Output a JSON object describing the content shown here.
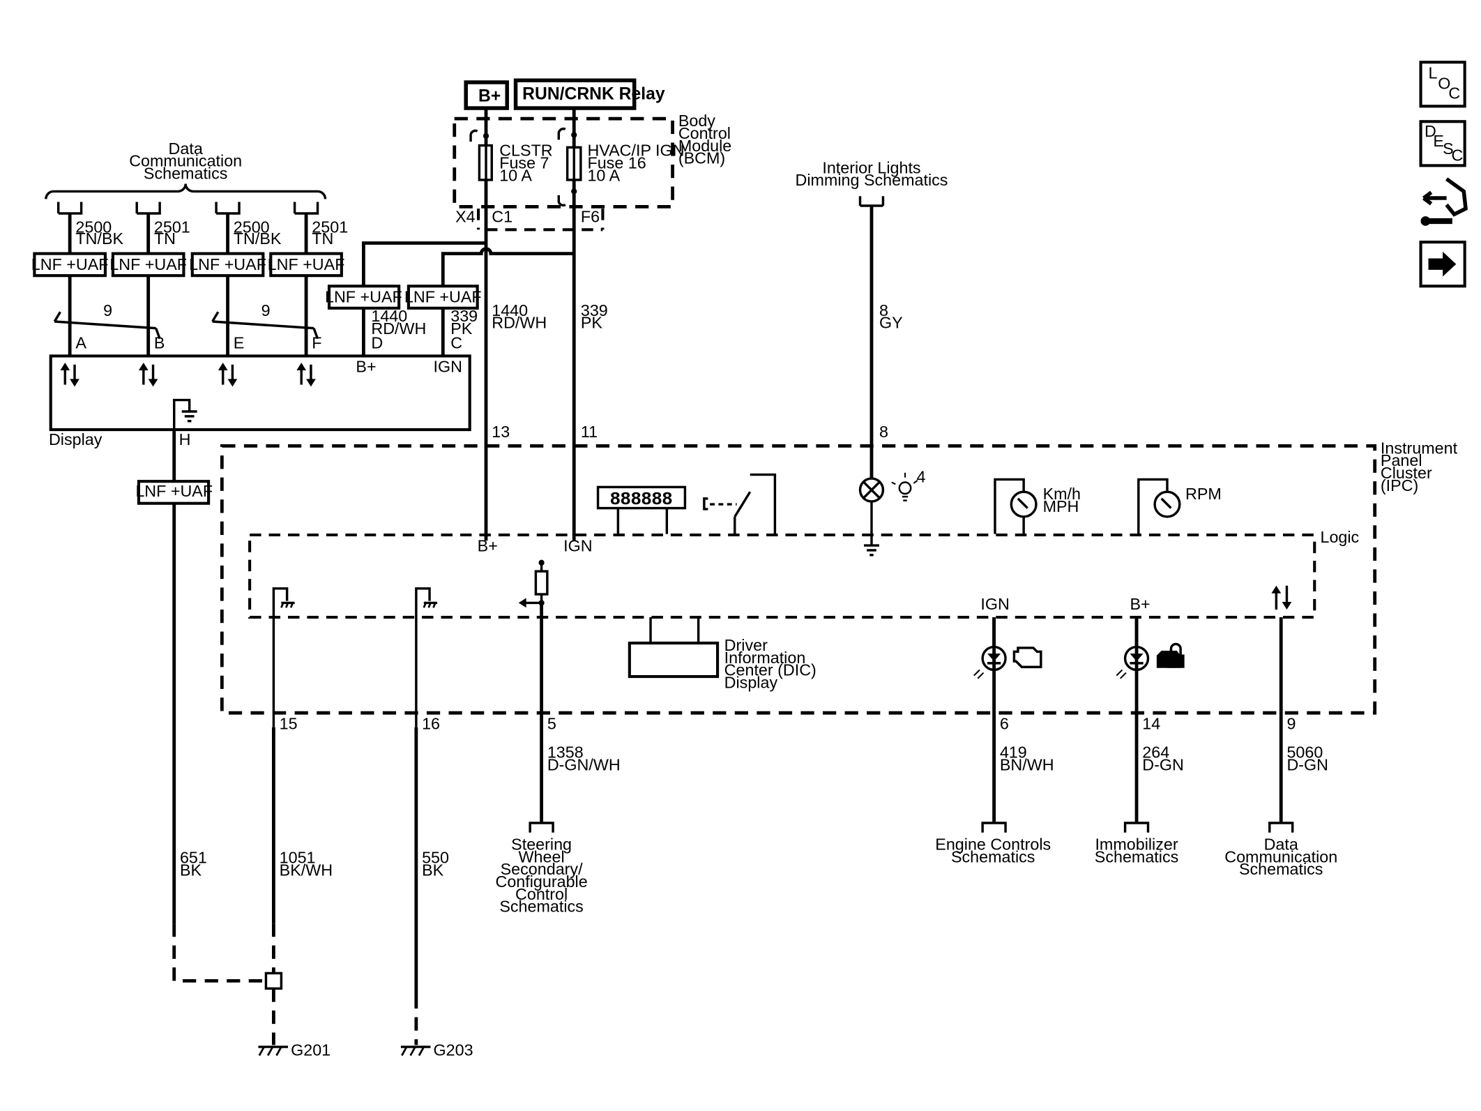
{
  "toolbar": {
    "loc": {
      "l": "L",
      "o": "O",
      "c": "C"
    },
    "desc": {
      "d": "D",
      "e": "E",
      "s": "S",
      "c": "C"
    },
    "tool_icon": "wrench-arrow-icon",
    "next_icon": "right-arrow-icon"
  },
  "top": {
    "bplus": "B+",
    "relay": "RUN/CRNK Relay",
    "bcm": [
      "Body",
      "Control",
      "Module",
      "(BCM)"
    ],
    "fuse7": [
      "CLSTR",
      "Fuse 7",
      "10 A"
    ],
    "fuse16": [
      "HVAC/IP IGN",
      "Fuse 16",
      "10 A"
    ],
    "x4": "X4",
    "c1": "C1",
    "f6": "F6"
  },
  "display": {
    "schem": [
      "Data",
      "Communication",
      "Schematics"
    ],
    "wires": [
      {
        "circuit": "2500",
        "color": "TN/BK",
        "pin": "A"
      },
      {
        "circuit": "2501",
        "color": "TN",
        "pin": "B"
      },
      {
        "circuit": "2500",
        "color": "TN/BK",
        "pin": "E"
      },
      {
        "circuit": "2501",
        "color": "TN",
        "pin": "F"
      }
    ],
    "twist": "9",
    "lnf": "LNF +UAF",
    "d_wire": {
      "circuit": "1440",
      "color": "RD/WH",
      "pin": "D"
    },
    "c_wire": {
      "circuit": "339",
      "color": "PK",
      "pin": "C"
    },
    "bplus": "B+",
    "ign": "IGN",
    "label": "Display",
    "h_pin": "H"
  },
  "mid_wires": {
    "w1440": [
      "1440",
      "RD/WH"
    ],
    "w339": [
      "339",
      "PK"
    ],
    "pin13": "13",
    "pin11": "11"
  },
  "interior": {
    "label": [
      "Interior Lights",
      "Dimming Schematics"
    ],
    "wire": [
      "8",
      "GY"
    ],
    "pin": "8",
    "bulb_num": "4"
  },
  "ipc": {
    "label": [
      "Instrument",
      "Panel",
      "Cluster",
      "(IPC)"
    ],
    "logic": "Logic",
    "odo": "888888",
    "speed": [
      "Km/h",
      "MPH"
    ],
    "rpm": "RPM",
    "bplus": "B+",
    "ign": "IGN",
    "ign2": "IGN",
    "bplus2": "B+",
    "dic": [
      "Driver",
      "Information",
      "Center (DIC)",
      "Display"
    ]
  },
  "bottom": {
    "pin15": "15",
    "pin16": "16",
    "pin5": "5",
    "pin6": "6",
    "pin14": "14",
    "pin9": "9",
    "w651": [
      "651",
      "BK"
    ],
    "w1051": [
      "1051",
      "BK/WH"
    ],
    "w550": [
      "550",
      "BK"
    ],
    "w1358": [
      "1358",
      "D-GN/WH"
    ],
    "w419": [
      "419",
      "BN/WH"
    ],
    "w264": [
      "264",
      "D-GN"
    ],
    "w5060": [
      "5060",
      "D-GN"
    ],
    "steering": [
      "Steering",
      "Wheel",
      "Secondary/",
      "Configurable",
      "Control",
      "Schematics"
    ],
    "engine": [
      "Engine Controls",
      "Schematics"
    ],
    "immo": [
      "Immobilizer",
      "Schematics"
    ],
    "datacomm": [
      "Data",
      "Communication",
      "Schematics"
    ],
    "g201": "G201",
    "g203": "G203"
  }
}
